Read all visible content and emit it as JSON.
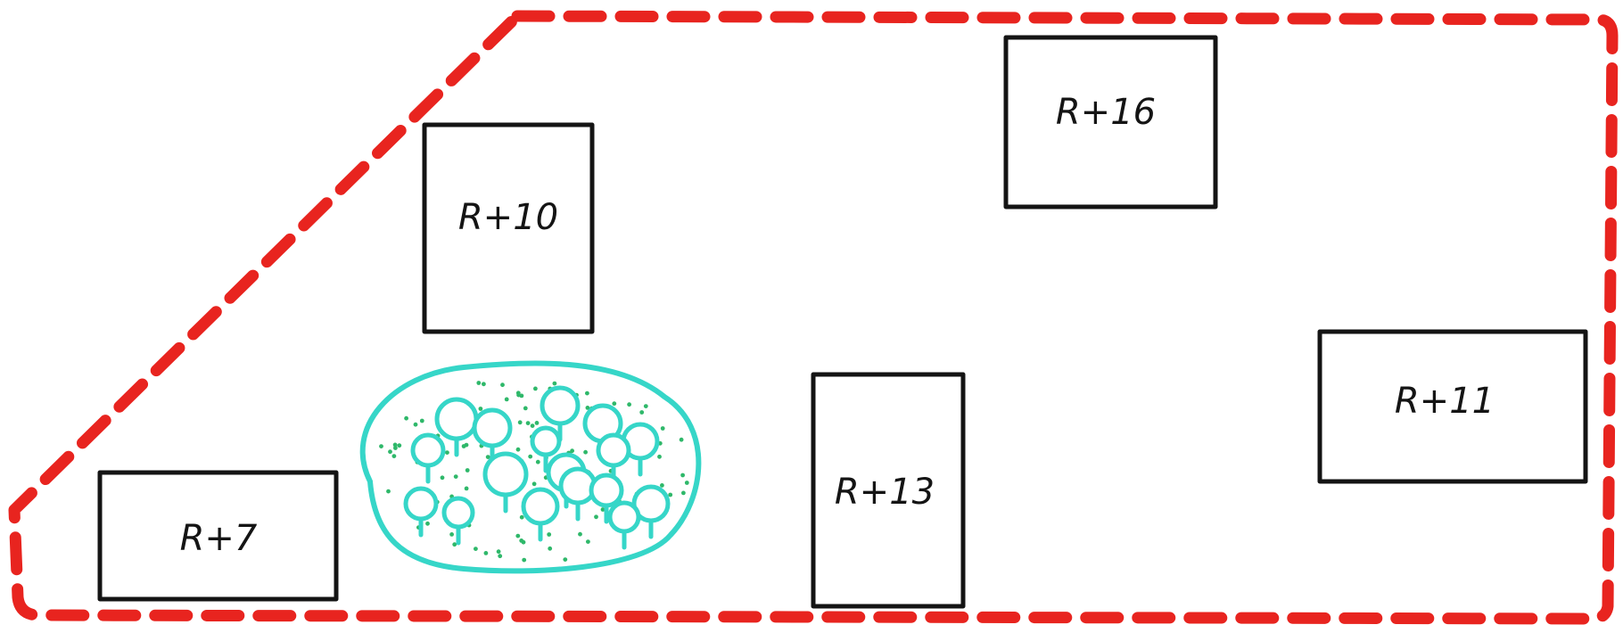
{
  "colors": {
    "site_boundary": "#e8241f",
    "building_outline": "#141414",
    "green_space": "#36d6c8",
    "green_stipple": "#2fb86a",
    "background": "#ffffff"
  },
  "buildings": [
    {
      "label": "R+7"
    },
    {
      "label": "R+10"
    },
    {
      "label": "R+13"
    },
    {
      "label": "R+16"
    },
    {
      "label": "R+11"
    }
  ],
  "green_space": {
    "icon": "tree-cluster-icon",
    "tree_count": 17
  }
}
